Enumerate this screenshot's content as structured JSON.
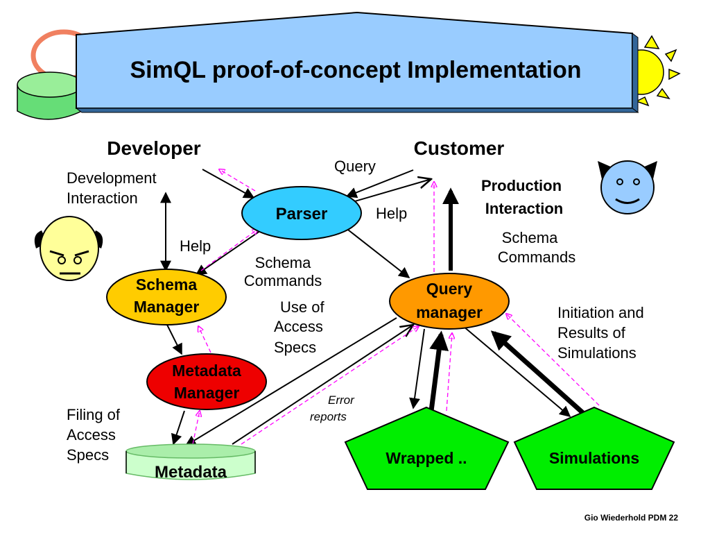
{
  "title": "SimQL proof-of-concept Implementation",
  "roles": {
    "developer": "Developer",
    "customer": "Customer"
  },
  "nodes": {
    "parser": "Parser",
    "schema_manager_1": "Schema",
    "schema_manager_2": "Manager",
    "metadata_manager_1": "Metadata",
    "metadata_manager_2": "Manager",
    "metadata": "Metadata",
    "query_manager_1": "Query",
    "query_manager_2": "manager",
    "wrapped": "Wrapped ..",
    "simulations": "Simulations"
  },
  "labels": {
    "dev_interaction_1": "Development",
    "dev_interaction_2": "Interaction",
    "query": "Query",
    "help_right": "Help",
    "help_left": "Help",
    "schema_cmd_left_1": "Schema",
    "schema_cmd_left_2": "Commands",
    "use_access_1": "Use of",
    "use_access_2": "Access",
    "use_access_3": "Specs",
    "prod_interaction_1": "Production",
    "prod_interaction_2": "Interaction",
    "schema_cmd_right_1": "Schema",
    "schema_cmd_right_2": "Commands",
    "initiation_1": "Initiation and",
    "initiation_2": "Results of",
    "initiation_3": "Simulations",
    "error_1": "Error",
    "error_2": "reports",
    "filing_1": "Filing of",
    "filing_2": "Access",
    "filing_3": "Specs"
  },
  "footer": "Gio Wiederhold PDM 22",
  "colors": {
    "title_box": "#99ccff",
    "parser": "#33ccff",
    "schema_manager": "#ffcc00",
    "metadata_manager": "#ee0000",
    "query_manager": "#ff9900",
    "pentagon": "#00ee00",
    "metadata_cylinder": "#ccffcc",
    "sun": "#ffff00",
    "customer_face": "#99ccff",
    "developer_face": "#ffff99",
    "dashed_arrow": "#ff00ff"
  }
}
